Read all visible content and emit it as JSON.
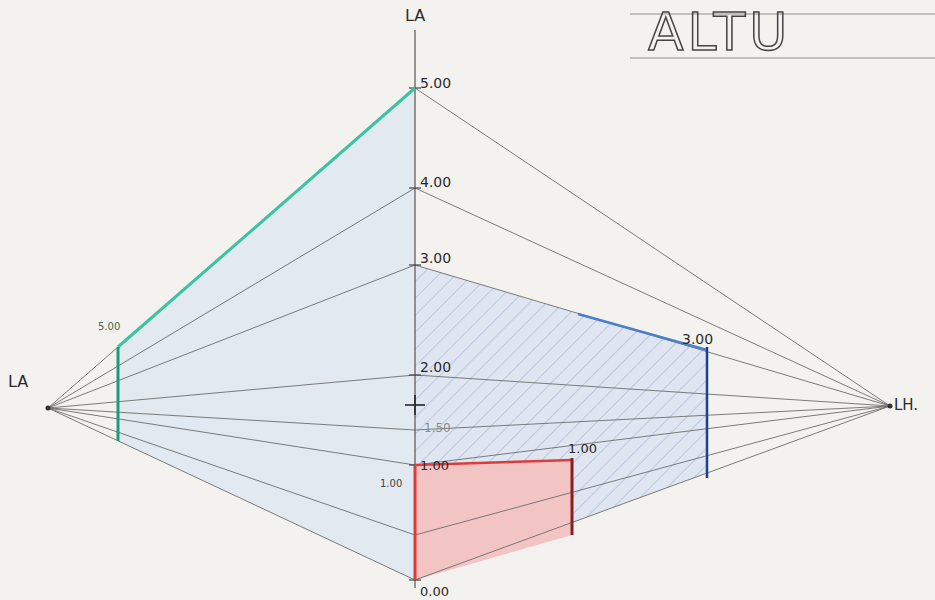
{
  "diagram": {
    "labels": [
      "ALTU",
      "LA",
      "5.00",
      "4.00",
      "3.00",
      "2.00",
      "1.50",
      "1.00",
      "1.00",
      "0.00",
      "5.00",
      "3.00",
      "1.00",
      "LA",
      "LH."
    ]
  }
}
